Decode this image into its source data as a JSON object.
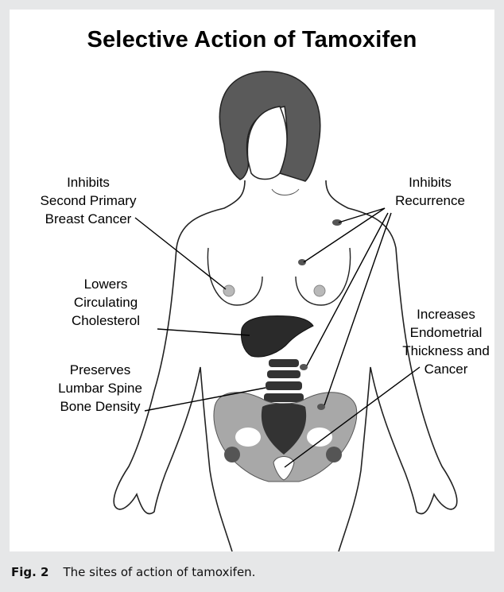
{
  "figure": {
    "title": "Selective Action of  Tamoxifen",
    "labels": {
      "second_primary": "Inhibits\nSecond Primary\nBreast Cancer",
      "recurrence": "Inhibits\nRecurrence",
      "cholesterol": "Lowers\nCirculating\nCholesterol",
      "endometrial": "Increases\nEndometrial\nThickness and\nCancer",
      "bone": "Preserves\nLumbar Spine\nBone Density"
    }
  },
  "caption": {
    "number": "Fig. 2",
    "text": "The sites of action of tamoxifen."
  }
}
